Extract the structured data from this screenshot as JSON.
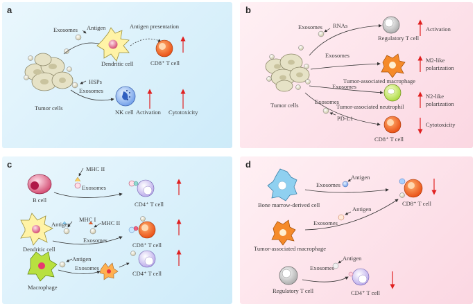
{
  "panel_a": {
    "letter": "a",
    "exosomes_top": "Exosomes",
    "antigen": "Antigen",
    "antigen_presentation": "Antigen presentation",
    "dendritic_cell": "Dendritic cell",
    "cd8_t_cell": "CD8⁺ T cell",
    "tumor_cells": "Tumor cells",
    "hsps": "HSPs",
    "exosomes_bottom": "Exosomes",
    "nk_cell": "NK cell",
    "activation": "Activation",
    "cytotoxicity": "Cytotoxicity"
  },
  "panel_b": {
    "letter": "b",
    "exosomes_1": "Exosomes",
    "rnas": "RNAs",
    "regulatory_t_cell": "Regulatory T cell",
    "activation": "Activation",
    "exosomes_2": "Exosomes",
    "tam": "Tumor-associated macrophage",
    "m2_polarization": "M2-like\npolarization",
    "exosomes_3": "Exosomes",
    "tan": "Tumor-associated neutrophil",
    "n2_polarization": "N2-like\npolarization",
    "tumor_cells": "Tumor cells",
    "exosomes_4": "Exosomes",
    "pd_l1": "PD-L1",
    "cd8_t_cell": "CD8⁺ T cell",
    "cytotoxicity": "Cytotoxicity"
  },
  "panel_c": {
    "letter": "c",
    "mhc_ii_top": "MHC II",
    "exosomes_1": "Exosomes",
    "b_cell": "B cell",
    "cd4_t_cell_1": "CD4⁺ T  cell",
    "antigen_1": "Antigen",
    "mhc_i": "MHC I",
    "mhc_ii": "MHC II",
    "dendritic_cell": "Dendritic cell",
    "exosomes_2": "Exosomes",
    "cd8_t_cell": "CD8⁺ T  cell",
    "antigen_2": "Antigen",
    "exosomes_3": "Exosomes",
    "macrophage": "Macrophage",
    "cd4_t_cell_2": "CD4⁺ T  cell"
  },
  "panel_d": {
    "letter": "d",
    "exosomes_1": "Exosomes",
    "antigen_1": "Antigen",
    "bmdc": "Bone marrow-derived cell",
    "cd8_t_cell": "CD8⁺ T  cell",
    "antigen_2": "Antigen",
    "exosomes_2": "Exosomes",
    "tam": "Tumor-associated macrophage",
    "antigen_3": "Antigen",
    "exosomes_3": "Exosomes",
    "treg": "Regulatory T cell",
    "cd4_t_cell": "CD4⁺ T  cell"
  },
  "colors": {
    "blue_panel": "#d6eefa",
    "pink_panel": "#fce1e9",
    "up_arrow": "#e02020",
    "down_arrow": "#e02020",
    "tumor_cell": "#e6e2c6",
    "cd8_cell": "#f25c19",
    "nk_cell": "#5a8fe0",
    "dendritic_cell": "#fff0a0",
    "neutrophil": "#d8f070",
    "treg": "#e0e0e0"
  }
}
